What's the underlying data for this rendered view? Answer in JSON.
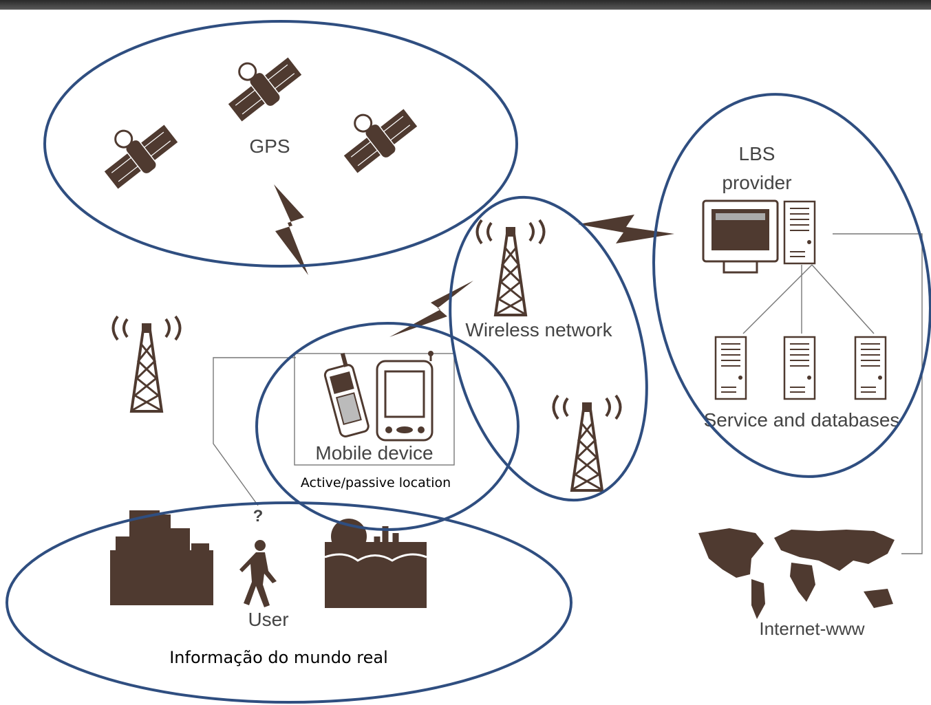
{
  "labels": {
    "gps": "GPS",
    "lbs_provider_line1": "LBS",
    "lbs_provider_line2": "provider",
    "wireless_network": "Wireless network",
    "mobile_device": "Mobile device",
    "active_passive": "Active/passive location",
    "service_databases": "Service and databases",
    "question_mark": "?",
    "user": "User",
    "internet": "Internet-www",
    "real_world": "Informação do mundo real"
  },
  "colors": {
    "ellipse_stroke": "#2f4e80",
    "icon_fill": "#4f3a30",
    "label_text": "#444444",
    "top_bar": "#3a3a3a"
  },
  "icons": [
    "satellite-icon",
    "lightning-icon",
    "radio-tower-icon",
    "monitor-icon",
    "server-icon",
    "mobile-phone-icon",
    "pda-icon",
    "city-icon",
    "walking-person-icon",
    "desert-icon",
    "world-map-icon"
  ]
}
